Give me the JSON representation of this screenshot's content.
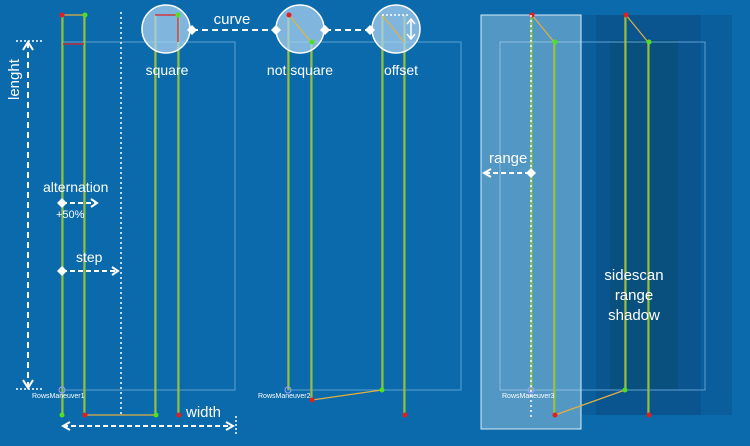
{
  "labels": {
    "curve": "curve",
    "square": "square",
    "not_square": "not square",
    "offset": "offset",
    "length": "lenght",
    "alternation": "alternation",
    "alternation_pct": "+50%",
    "step": "step",
    "width": "width",
    "range": "range",
    "sidescan_line1": "sidescan",
    "sidescan_line2": "range",
    "sidescan_line3": "shadow",
    "maneuver1": "RowsManeuver1",
    "maneuver2": "RowsManeuver2",
    "maneuver3": "RowsManeuver3"
  },
  "colors": {
    "background": "#0a6aab",
    "track_green": "#5fcf3a",
    "track_orange": "#e0b040",
    "point_red": "#e02020",
    "point_green": "#50e020",
    "arrow_white": "#ffffff",
    "shadow_dark": "#0a4d80"
  }
}
